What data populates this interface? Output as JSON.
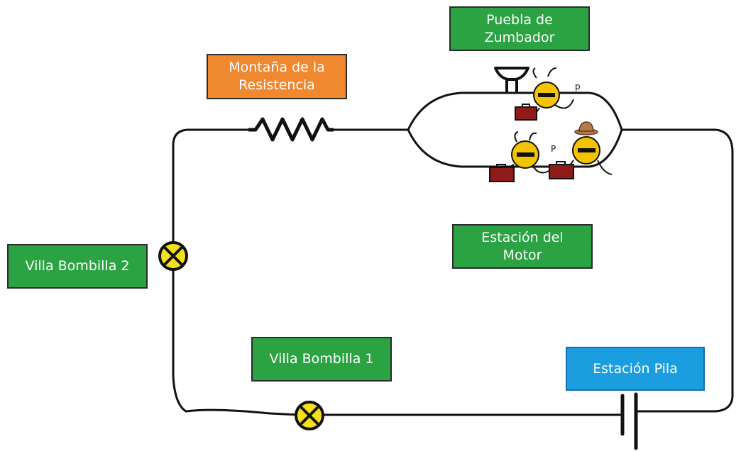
{
  "labels": {
    "puebla_zumbador": "Puebla de\nZumbador",
    "montana_resistencia": "Montaña de la\nResistencia",
    "estacion_motor": "Estación del\nMotor",
    "villa_bombilla_2": "Villa Bombilla 2",
    "villa_bombilla_1": "Villa Bombilla 1",
    "estacion_pila": "Estación Pila"
  },
  "characters": {
    "charge_sign": "−",
    "p_marks": [
      "p",
      "P"
    ]
  },
  "icons": [
    "resistor-icon",
    "bulb-icon",
    "battery-icon",
    "buzzer-icon",
    "electron-character-icon",
    "cowboy-hat-icon",
    "suitcase-icon"
  ],
  "colors": {
    "wire": "#111111",
    "green_label": "#2ba342",
    "orange_label": "#f08830",
    "blue_label": "#1a9ee0",
    "bulb_fill": "#f5e11a",
    "electron_fill": "#f5c400",
    "suitcase_fill": "#8e1a1a",
    "hat_fill": "#b57a4a"
  }
}
